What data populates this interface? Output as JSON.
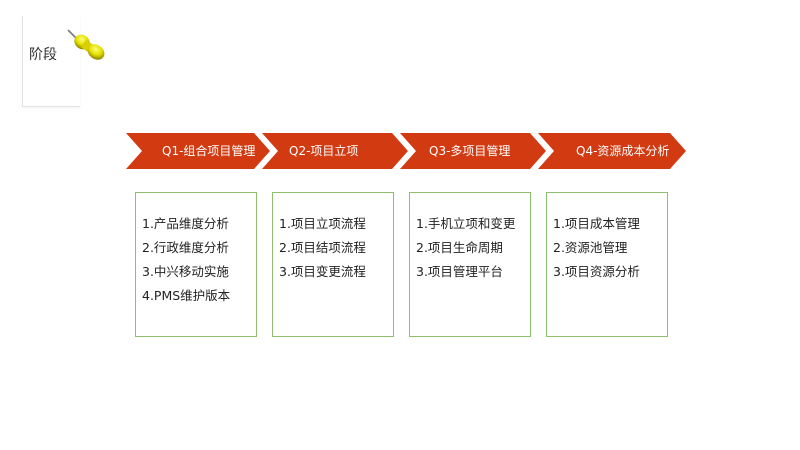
{
  "stage": {
    "label": "阶段"
  },
  "colors": {
    "arrow_fill": "#d23a12",
    "box_border": "#8dbf6e",
    "pin": "#e8e000"
  },
  "icons": {
    "pin": "pushpin-icon"
  },
  "phases": [
    {
      "title": "Q1-组合项目管理",
      "items": [
        "1.产品维度分析",
        "2.行政维度分析",
        "3.中兴移动实施",
        "4.PMS维护版本"
      ]
    },
    {
      "title": "Q2-项目立项",
      "items": [
        "1.项目立项流程",
        "2.项目结项流程",
        "3.项目变更流程"
      ]
    },
    {
      "title": "Q3-多项目管理",
      "items": [
        "1.手机立项和变更",
        "2.项目生命周期",
        "3.项目管理平台"
      ]
    },
    {
      "title": "Q4-资源成本分析",
      "items": [
        "1.项目成本管理",
        "2.资源池管理",
        "3.项目资源分析"
      ]
    }
  ]
}
